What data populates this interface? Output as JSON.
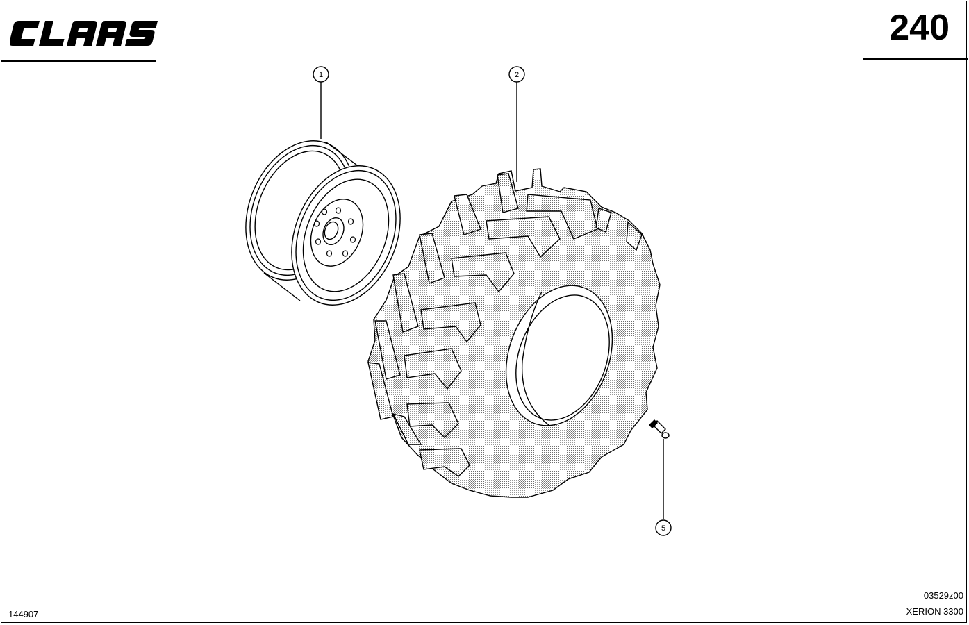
{
  "header": {
    "brand": "CLAAS",
    "page_number": "240"
  },
  "callouts": {
    "rim": "1",
    "tire": "2",
    "valve": "5"
  },
  "footer": {
    "document_id": "144907",
    "drawing_code": "03529z00",
    "model": "XERION 3300"
  },
  "colors": {
    "ink": "#000000",
    "paper": "#ffffff",
    "tire_shade": "#d8d8d8"
  },
  "icons": {
    "rim": "wheel-rim-icon",
    "tire": "tractor-tire-icon",
    "valve": "tire-valve-icon"
  }
}
